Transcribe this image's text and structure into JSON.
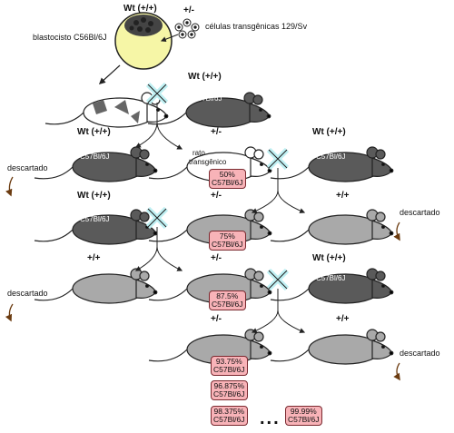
{
  "labels": {
    "wt": "Wt (+/+)",
    "het": "+/-",
    "hom": "+/+",
    "blastocyst": "blastocisto C56Bl/6J",
    "cells": "células transgênicas 129/Sv",
    "discarded": "descartado",
    "strain": "C57Bl/6J",
    "transgenic_line1": "rato",
    "transgenic_line2": "transgênico",
    "ellipsis": "..."
  },
  "percent_tags": [
    {
      "pct": "50%",
      "strain": "C57Bl/6J"
    },
    {
      "pct": "75%",
      "strain": "C57Bl/6J"
    },
    {
      "pct": "87.5%",
      "strain": "C57Bl/6J"
    },
    {
      "pct": "93.75%",
      "strain": "C57Bl/6J"
    },
    {
      "pct": "96.875%",
      "strain": "C57Bl/6J"
    },
    {
      "pct": "98.375%",
      "strain": "C57Bl/6J"
    },
    {
      "pct": "99.99%",
      "strain": "C57Bl/6J"
    }
  ],
  "colors": {
    "dark_mouse": "#5a5a5a",
    "light_mouse": "#a9a9a9",
    "white_mouse": "#ffffff",
    "blastocyst": "#f6f6a6",
    "cross": "#bff0f3",
    "tag": "#f8b3b8",
    "arrow": "#6b3b10"
  }
}
